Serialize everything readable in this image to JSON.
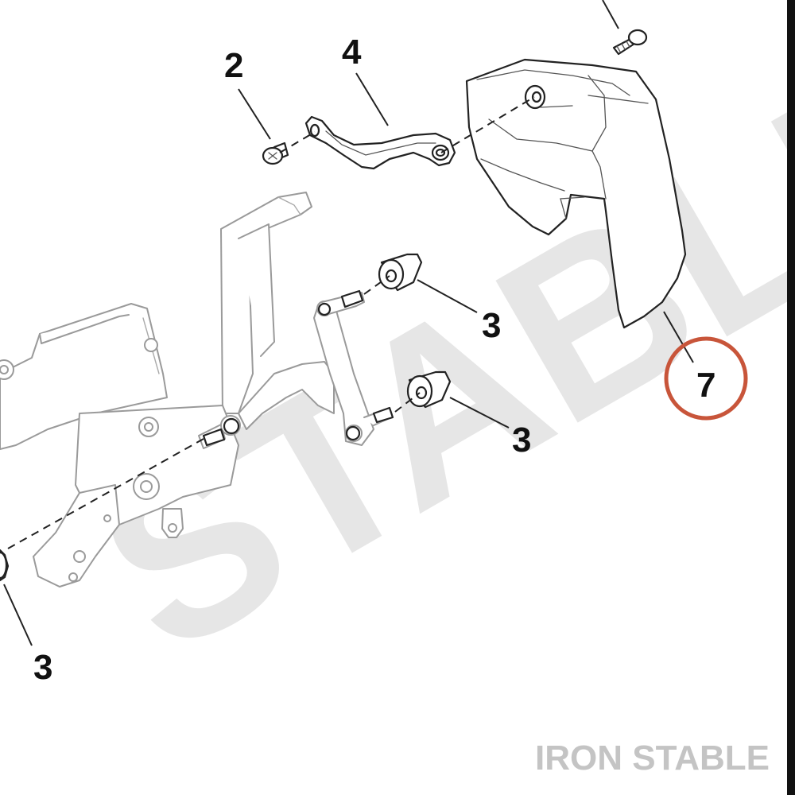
{
  "watermark": {
    "text": "STABLE",
    "color": "#e6e6e6"
  },
  "brand": {
    "text": "IRON STABLE",
    "color": "#c4c4c4"
  },
  "colors": {
    "highlight": "#c8553a",
    "ink": "#111111",
    "faded": "#9a9a9a"
  },
  "callouts": {
    "bolt": "2",
    "bracket": "4",
    "grommet_upper": "3",
    "grommet_middle": "3",
    "grommet_lower": "3",
    "cover": "7"
  },
  "highlighted_callout": "7"
}
